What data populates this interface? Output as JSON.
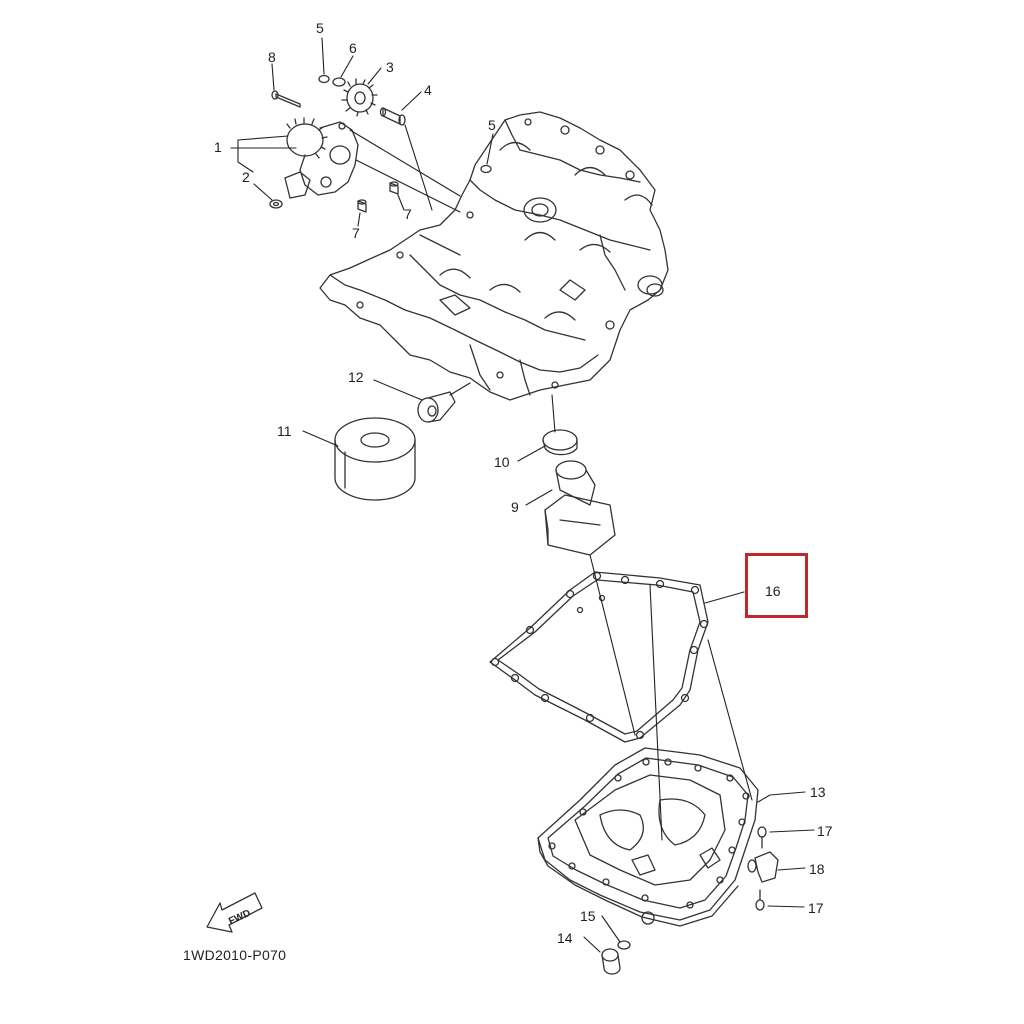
{
  "diagram": {
    "code": "1WD2010-P070",
    "fwd_label": "FWD",
    "highlight_color": "#c0292b",
    "callouts": [
      {
        "id": "c5a",
        "label": "5"
      },
      {
        "id": "c6",
        "label": "6"
      },
      {
        "id": "c8",
        "label": "8"
      },
      {
        "id": "c3",
        "label": "3"
      },
      {
        "id": "c4",
        "label": "4"
      },
      {
        "id": "c5b",
        "label": "5"
      },
      {
        "id": "c1",
        "label": "1"
      },
      {
        "id": "c2",
        "label": "2"
      },
      {
        "id": "c7a",
        "label": "7"
      },
      {
        "id": "c7b",
        "label": "7"
      },
      {
        "id": "c12",
        "label": "12"
      },
      {
        "id": "c11",
        "label": "11"
      },
      {
        "id": "c10",
        "label": "10"
      },
      {
        "id": "c9",
        "label": "9"
      },
      {
        "id": "c16",
        "label": "16"
      },
      {
        "id": "c13",
        "label": "13"
      },
      {
        "id": "c17a",
        "label": "17"
      },
      {
        "id": "c18",
        "label": "18"
      },
      {
        "id": "c17b",
        "label": "17"
      },
      {
        "id": "c15",
        "label": "15"
      },
      {
        "id": "c14",
        "label": "14"
      }
    ]
  }
}
